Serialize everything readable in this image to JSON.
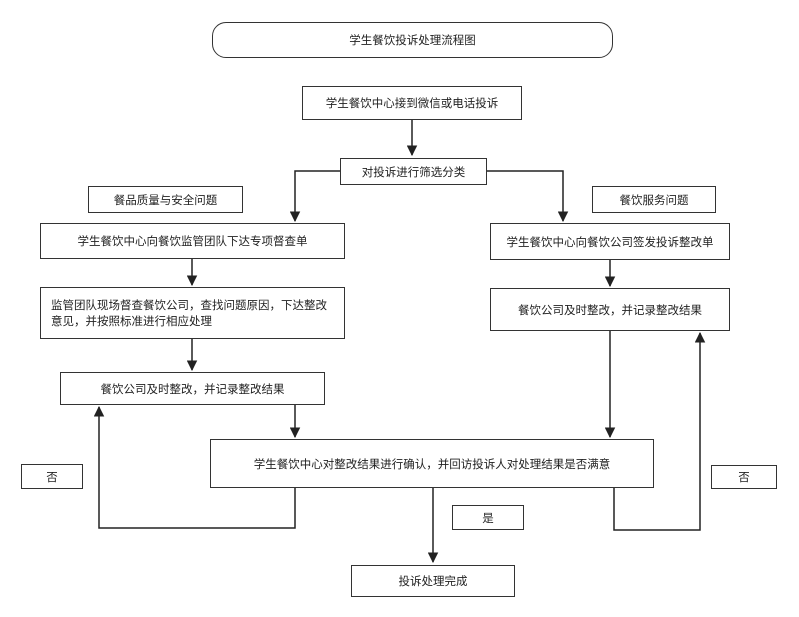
{
  "title": "学生餐饮投诉处理流程图",
  "nodes": {
    "receive": "学生餐饮中心接到微信或电话投诉",
    "classify": "对投诉进行筛选分类",
    "quality_label": "餐品质量与安全问题",
    "service_label": "餐饮服务问题",
    "issue_order_left": "学生餐饮中心向餐饮监管团队下达专项督查单",
    "issue_order_right": "学生餐饮中心向餐饮公司签发投诉整改单",
    "inspect": "监管团队现场督查餐饮公司，查找问题原因，下达整改意见，并按照标准进行相应处理",
    "rectify_left": "餐饮公司及时整改，并记录整改结果",
    "rectify_right": "餐饮公司及时整改，并记录整改结果",
    "confirm": "学生餐饮中心对整改结果进行确认，并回访投诉人对处理结果是否满意",
    "no_left": "否",
    "yes": "是",
    "no_right": "否",
    "done": "投诉处理完成"
  }
}
